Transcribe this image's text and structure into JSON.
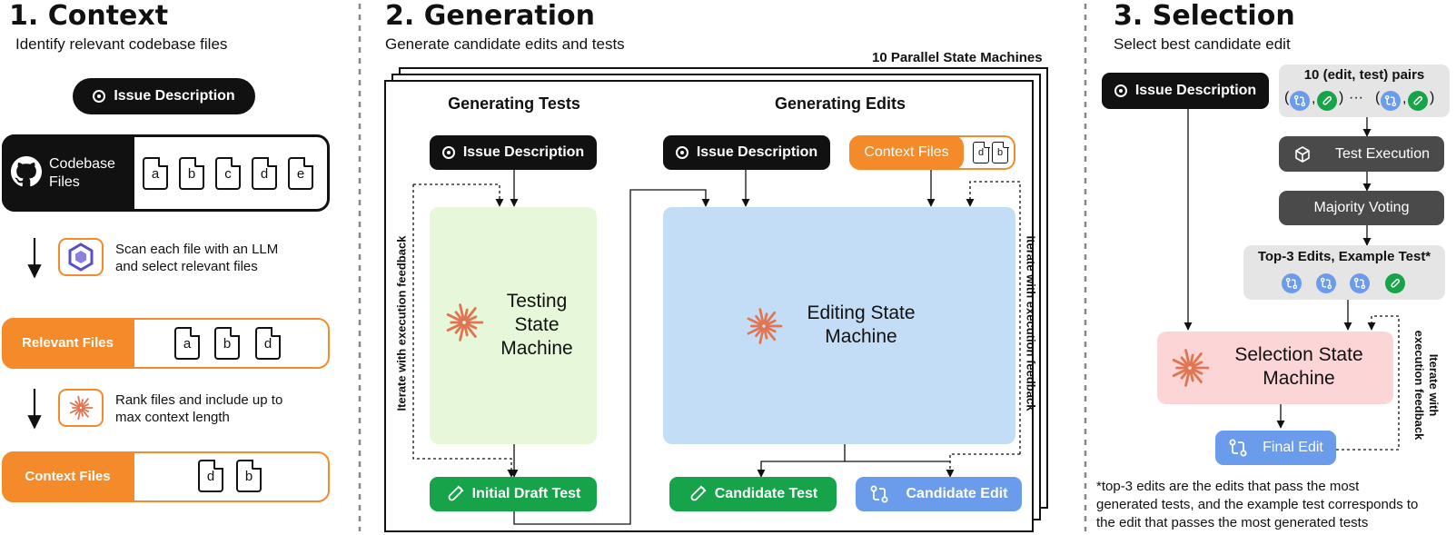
{
  "sections": {
    "context": {
      "title": "1. Context",
      "subtitle": "Identify relevant codebase files"
    },
    "generation": {
      "title": "2. Generation",
      "subtitle": "Generate candidate edits and tests"
    },
    "selection": {
      "title": "3. Selection",
      "subtitle": "Select best candidate edit"
    }
  },
  "context": {
    "issue_description": "Issue Description",
    "codebase_files_line1": "Codebase",
    "codebase_files_line2": "Files",
    "codebase_docs": [
      "a",
      "b",
      "c",
      "d",
      "e"
    ],
    "scan_text_line1": "Scan each file with an LLM",
    "scan_text_line2": "and select relevant files",
    "relevant_files": "Relevant Files",
    "relevant_docs": [
      "a",
      "b",
      "d"
    ],
    "rank_text_line1": "Rank files and include up to",
    "rank_text_line2": "max context length",
    "context_files": "Context Files",
    "context_docs": [
      "d",
      "b"
    ]
  },
  "generation": {
    "parallel_label": "10 Parallel State Machines",
    "tests_heading": "Generating Tests",
    "edits_heading": "Generating Edits",
    "issue_description_tests": "Issue Description",
    "issue_description_edits": "Issue Description",
    "context_files": "Context Files",
    "context_docs": [
      "d",
      "b"
    ],
    "testing_sm_line1": "Testing",
    "testing_sm_line2": "State",
    "testing_sm_line3": "Machine",
    "editing_sm_line1": "Editing State",
    "editing_sm_line2": "Machine",
    "iterate_left": "Iterate with execution feedback",
    "iterate_right": "Iterate with execution feedback",
    "initial_draft_test": "Initial Draft Test",
    "candidate_test": "Candidate Test",
    "candidate_edit": "Candidate Edit"
  },
  "selection": {
    "issue_description": "Issue Description",
    "pairs_title": "10 (edit, test) pairs",
    "pairs_open": "(",
    "pairs_comma": ",",
    "pairs_close": ")",
    "pairs_ellipsis": "···",
    "test_execution": "Test Execution",
    "majority_voting": "Majority Voting",
    "top3_title": "Top-3 Edits, Example Test*",
    "selection_sm_line1": "Selection State",
    "selection_sm_line2": "Machine",
    "iterate_line1": "Iterate with",
    "iterate_line2": "execution feedback",
    "final_edit": "Final Edit",
    "footnote_line1": "*top-3 edits are the edits that pass the most",
    "footnote_line2": "generated tests, and the example test corresponds to",
    "footnote_line3": "the edit that passes the most generated tests"
  },
  "colors": {
    "orange": "#f58a2b",
    "green_pill": "#16a34a",
    "blue_pill": "#6b9cec",
    "testing_bg": "#e6f8d9",
    "editing_bg": "#c4ddf6",
    "selection_bg": "#fcd6d6",
    "gray_panel": "#e5e5e5",
    "dark_gray": "#4a4a4a",
    "sparkle": "#e07552"
  },
  "icons": [
    "target-icon",
    "github-icon",
    "file-icon",
    "arrow-down-icon",
    "qwen-logo-icon",
    "sparkle-icon",
    "test-tube-icon",
    "git-compare-icon",
    "cube-icon"
  ]
}
